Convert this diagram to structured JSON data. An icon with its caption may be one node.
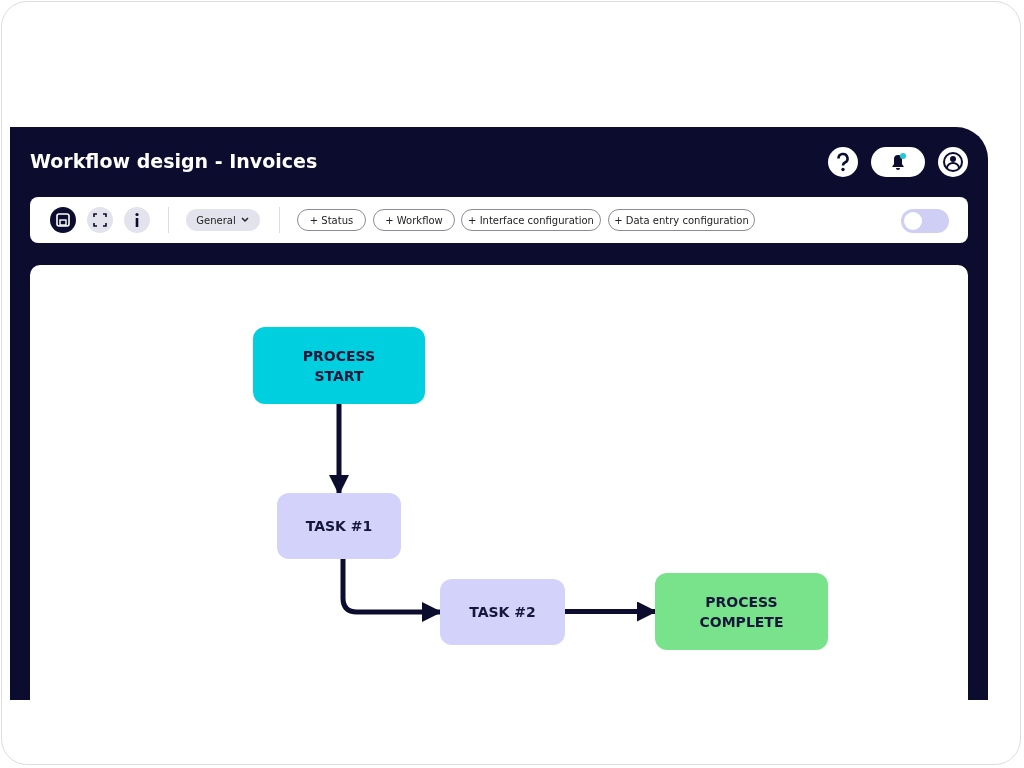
{
  "diagram": {
    "title": "Workflow design - Invoices",
    "nodes": [
      {
        "text": [
          "PROCESS START"
        ]
      },
      {
        "text": [
          "TASK #1"
        ]
      },
      {
        "text": [
          "TASK #2"
        ]
      },
      {
        "text": [
          "PROCESS COMPLETE"
        ]
      }
    ],
    "edges": [
      {
        "from": 0,
        "to": 1,
        "arrow": "to"
      },
      {
        "from": 1,
        "to": 2,
        "arrow": "to"
      },
      {
        "from": 2,
        "to": 3,
        "arrow": "to"
      }
    ],
    "labels": [
      "General",
      "+ Status",
      "+ Workflow",
      "+ Interface configuration",
      "+ Data entry configuration"
    ]
  }
}
